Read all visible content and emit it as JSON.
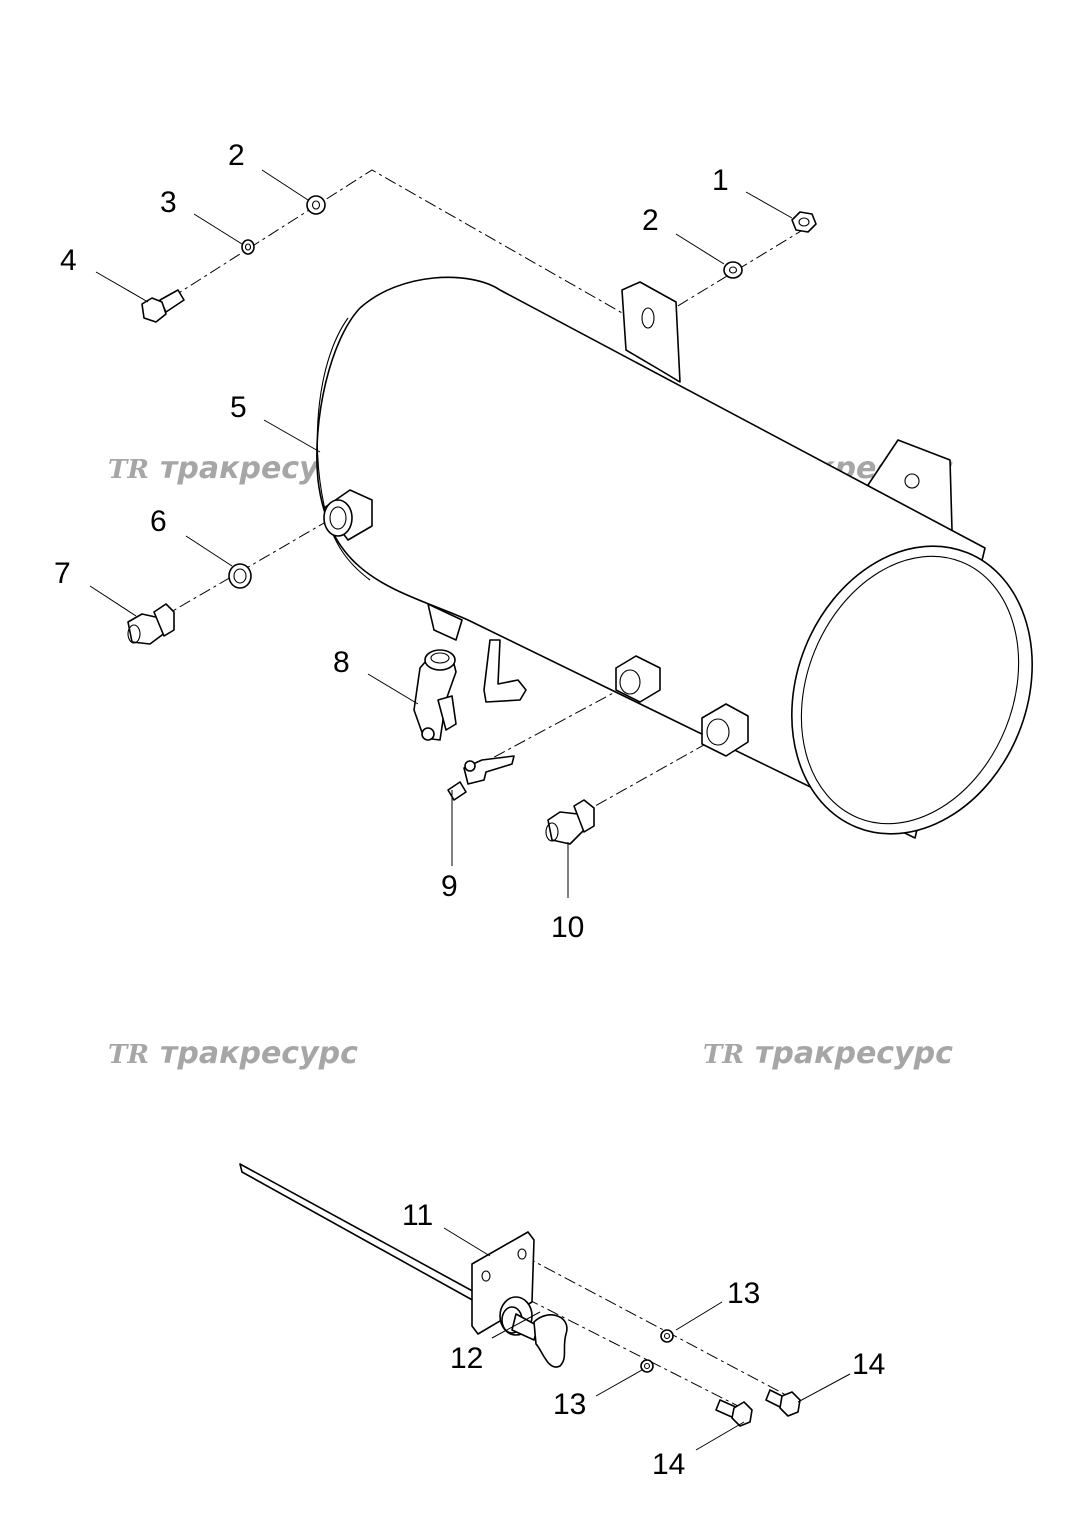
{
  "callouts": {
    "c1": "1",
    "c2a": "2",
    "c2b": "2",
    "c3": "3",
    "c4": "4",
    "c5": "5",
    "c6": "6",
    "c7": "7",
    "c8": "8",
    "c9": "9",
    "c10": "10",
    "c11": "11",
    "c12": "12",
    "c13a": "13",
    "c13b": "13",
    "c14a": "14",
    "c14b": "14"
  },
  "watermark": {
    "logo": "TR",
    "text": "тракресурс",
    "color": "#a6a6a6"
  }
}
